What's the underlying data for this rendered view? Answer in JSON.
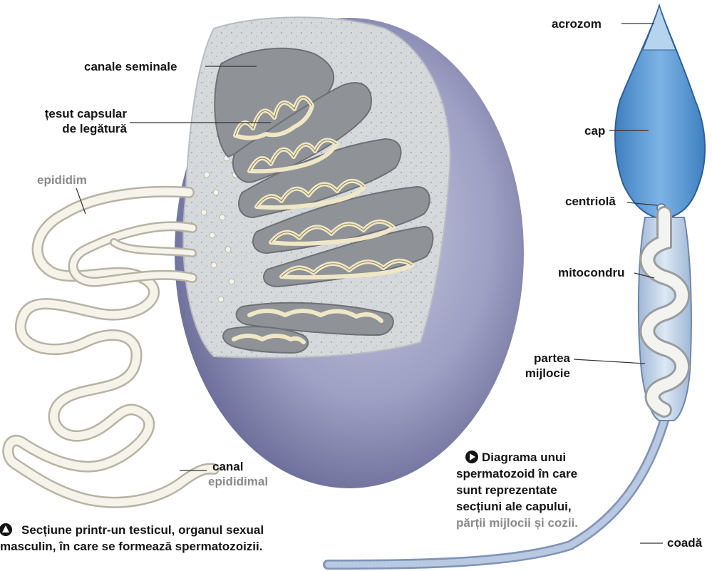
{
  "labels": {
    "canale_seminale": "canale seminale",
    "tesut_capsular_1": "țesut capsular",
    "tesut_capsular_2": "de legătură",
    "epididim": "epididim",
    "canal_1": "canal",
    "canal_2": "epididimal",
    "acrozom": "acrozom",
    "cap": "cap",
    "centriola": "centriolă",
    "mitocondru": "mitocondru",
    "partea_1": "partea",
    "partea_2": "mijlocie",
    "coada": "coadă"
  },
  "captions": {
    "testicle": {
      "line1": "Secțiune printr-un testicul, organul sexual",
      "line2": "masculin, în care se formează spermatozoizii."
    },
    "sperm": {
      "line1": "Diagrama unui",
      "line2": "spermatozoid în care",
      "line3": "sunt reprezentate",
      "line4": "secțiuni ale capului,",
      "line5": "părții mijlocii și cozii."
    }
  },
  "colors": {
    "testicle_body": "#8d8fb6",
    "connective_tissue": "#d9dde0",
    "tubule_compartment": "#9a9ca0",
    "tubule": "#ede6c8",
    "sperm_head": "#5f9fd6",
    "sperm_tail": "#a9bcd8"
  }
}
